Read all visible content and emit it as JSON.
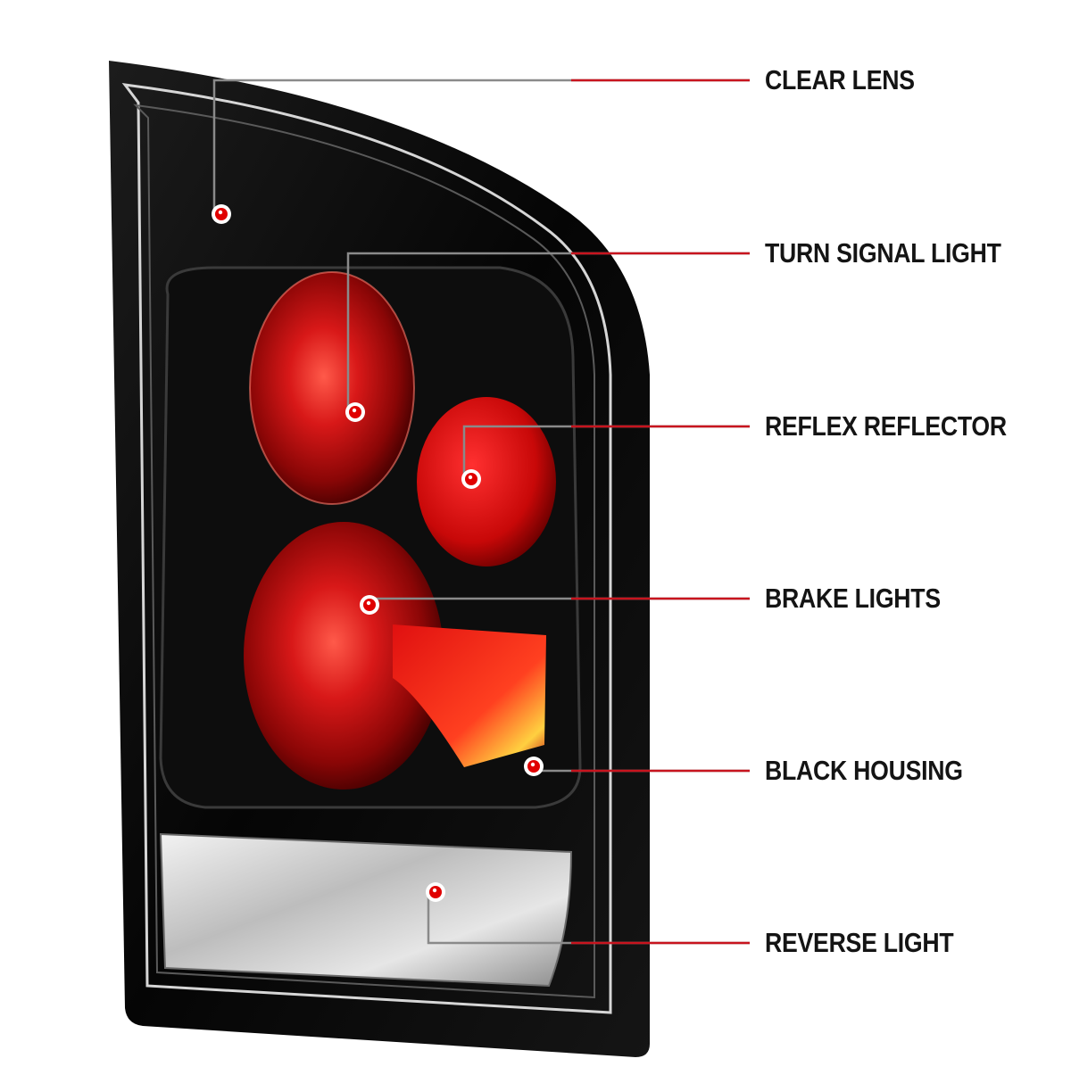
{
  "colors": {
    "leader_line": "#8a8a8a",
    "leader_accent": "#c8141e",
    "marker": "#e00000",
    "housing": "#0a0a0a",
    "lens_red": "#c01010"
  },
  "callouts": [
    {
      "id": "clear-lens",
      "label": "CLEAR LENS"
    },
    {
      "id": "turn-signal-light",
      "label": "TURN SIGNAL LIGHT"
    },
    {
      "id": "reflex-reflector",
      "label": "REFLEX REFLECTOR"
    },
    {
      "id": "brake-lights",
      "label": "BRAKE LIGHTS"
    },
    {
      "id": "black-housing",
      "label": "BLACK HOUSING"
    },
    {
      "id": "reverse-light",
      "label": "REVERSE LIGHT"
    }
  ]
}
